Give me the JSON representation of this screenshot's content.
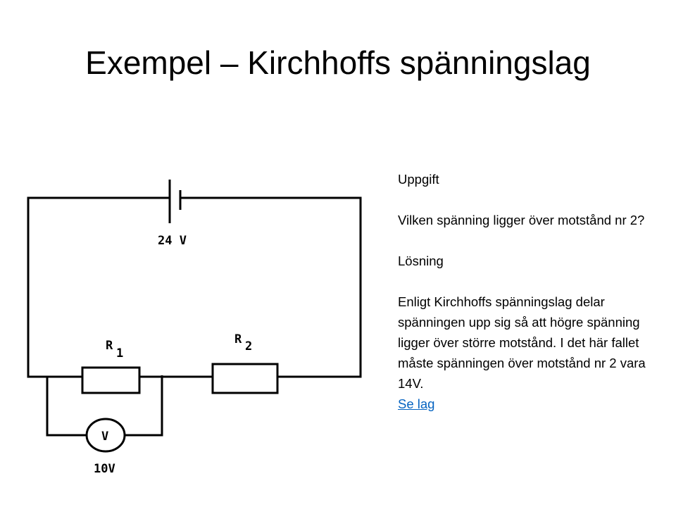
{
  "slide": {
    "title": "Exempel – Kirchhoffs spänningslag"
  },
  "circuit": {
    "battery_label": "24 V",
    "r1_label": "R",
    "r1_sub": "1",
    "r2_label": "R",
    "r2_sub": "2",
    "voltmeter_symbol": "V",
    "voltmeter_reading": "10V"
  },
  "text": {
    "heading_task": "Uppgift",
    "task": "Vilken spänning ligger över motstånd nr 2?",
    "heading_solution": "Lösning",
    "solution": "Enligt Kirchhoffs spänningslag delar spänningen upp sig så att högre spänning ligger över större motstånd. I det här fallet måste spänningen över motstånd nr 2 vara 14V.",
    "link": "Se lag"
  }
}
